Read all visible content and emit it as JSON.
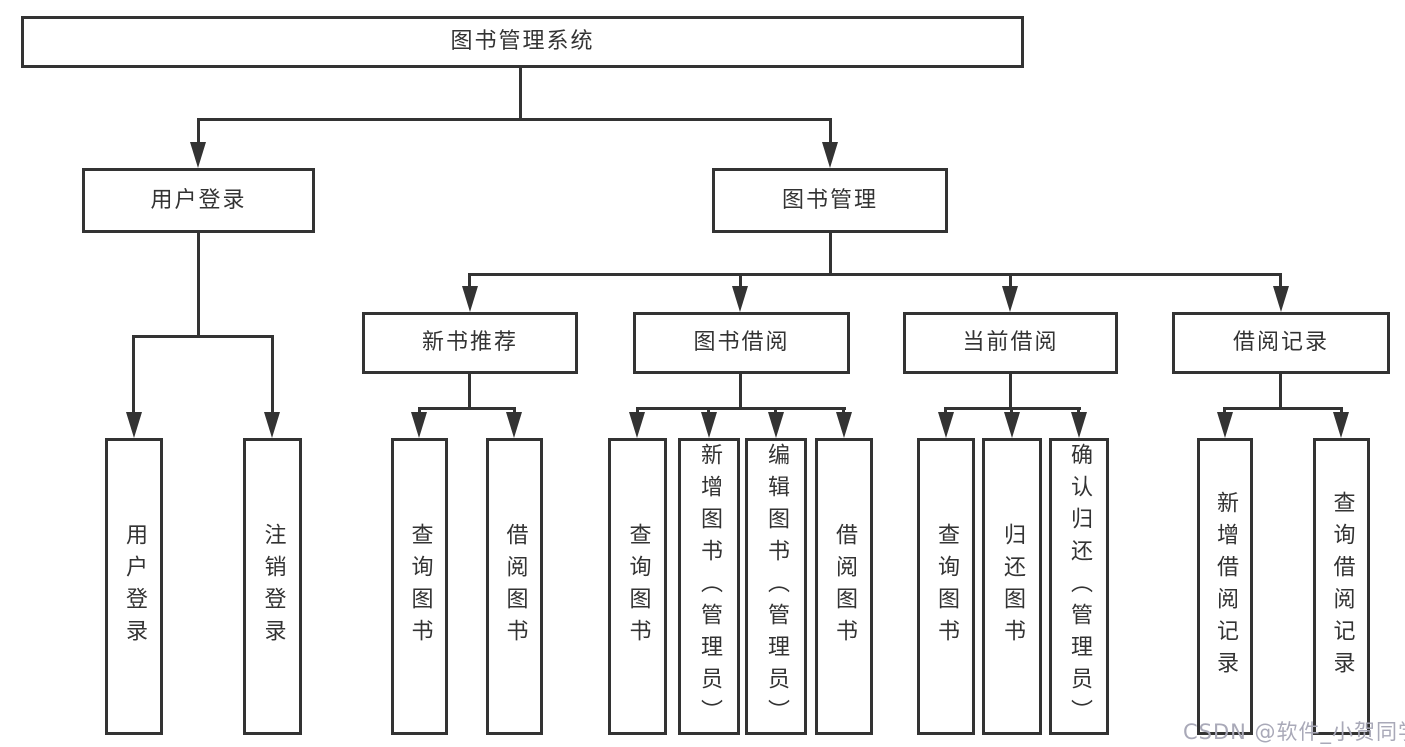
{
  "tree": {
    "root": {
      "label": "图书管理系统"
    },
    "level2": [
      {
        "label": "用户登录"
      },
      {
        "label": "图书管理"
      }
    ],
    "level3": [
      {
        "label": "新书推荐"
      },
      {
        "label": "图书借阅"
      },
      {
        "label": "当前借阅"
      },
      {
        "label": "借阅记录"
      }
    ],
    "leaf_groups": [
      {
        "items": [
          {
            "label": "用户登录"
          },
          {
            "label": "注销登录"
          }
        ]
      },
      {
        "items": [
          {
            "label": "查询图书"
          },
          {
            "label": "借阅图书"
          }
        ]
      },
      {
        "items": [
          {
            "label": "查询图书"
          },
          {
            "label": "新增图书（管理员）"
          },
          {
            "label": "编辑图书（管理员）"
          },
          {
            "label": "借阅图书"
          }
        ]
      },
      {
        "items": [
          {
            "label": "查询图书"
          },
          {
            "label": "归还图书"
          },
          {
            "label": "确认归还（管理员）"
          }
        ]
      },
      {
        "items": [
          {
            "label": "新增借阅记录"
          },
          {
            "label": "查询借阅记录"
          }
        ]
      }
    ]
  },
  "watermark": {
    "label": "CSDN @软件_小贺同学"
  },
  "colors": {
    "line": "#333333",
    "text": "#333333",
    "box_bg": "#ffffff",
    "background": "#ffffff",
    "watermark": "#a9a9b8"
  }
}
